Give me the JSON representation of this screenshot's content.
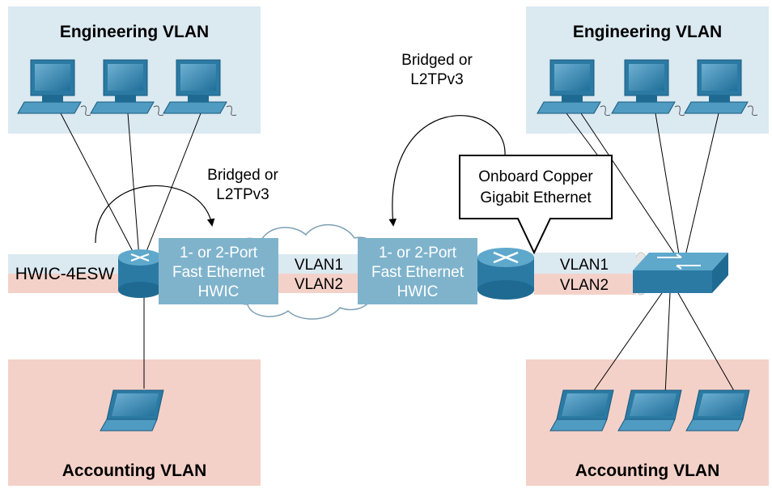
{
  "left_site": {
    "engineering_title": "Engineering VLAN",
    "accounting_title": "Accounting VLAN",
    "module_label": "HWIC-4ESW",
    "hwic_line1": "1- or 2-Port",
    "hwic_line2": "Fast Ethernet",
    "hwic_line3": "HWIC",
    "bridged_line1": "Bridged or",
    "bridged_line2": "L2TPv3"
  },
  "middle": {
    "vlan1": "VLAN1",
    "vlan2": "VLAN2",
    "hwic_line1": "1- or 2-Port",
    "hwic_line2": "Fast Ethernet",
    "hwic_line3": "HWIC",
    "bridged_line1": "Bridged or",
    "bridged_line2": "L2TPv3"
  },
  "right_site": {
    "engineering_title": "Engineering VLAN",
    "accounting_title": "Accounting VLAN",
    "callout_line1": "Onboard Copper",
    "callout_line2": "Gigabit Ethernet",
    "vlan1": "VLAN1",
    "vlan2": "VLAN2"
  },
  "colors": {
    "engineering_bg": "#dbe9f1",
    "accounting_bg": "#f4d1c8",
    "hwic_fill": "#7fb3cc",
    "device_blue": "#3b86ad"
  }
}
